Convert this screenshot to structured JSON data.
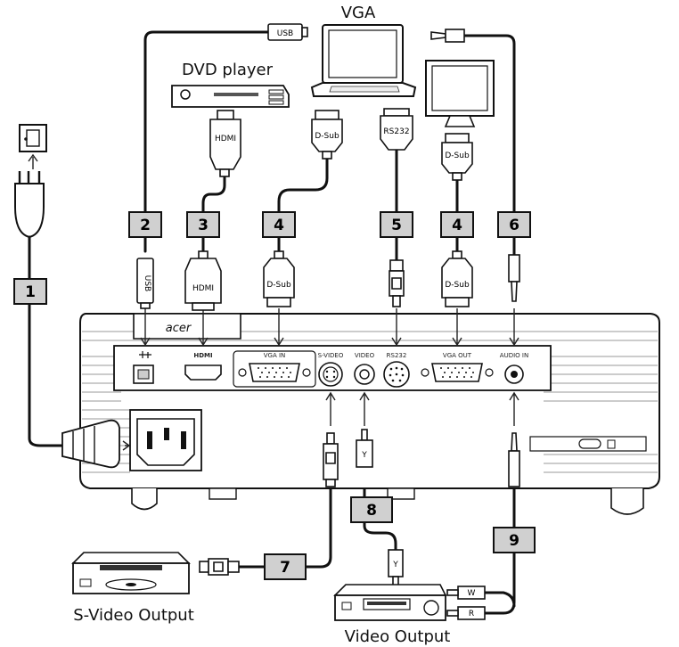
{
  "devices": {
    "laptop_label": "VGA",
    "dvd_label": "DVD player",
    "svideo_out_label": "S-Video Output",
    "video_out_label": "Video Output",
    "projector_brand": "acer"
  },
  "cable_numbers": [
    "1",
    "2",
    "3",
    "4",
    "5",
    "4",
    "6",
    "7",
    "8",
    "9"
  ],
  "connector_labels": {
    "usb_top": "USB",
    "usb": "USB",
    "hdmi_top": "HDMI",
    "hdmi": "HDMI",
    "dsub_laptop": "D-Sub",
    "dsub_vga_in": "D-Sub",
    "rs232": "RS232",
    "dsub_monitor": "D-Sub",
    "dsub_vga_out": "D-Sub"
  },
  "port_labels": {
    "hdmi": "HDMI",
    "vga_in": "VGA IN",
    "s_video": "S-VIDEO",
    "video": "VIDEO",
    "rs232": "RS232",
    "vga_out": "VGA OUT",
    "audio_in": "AUDIO IN"
  },
  "rca_labels": {
    "yellow_1": "Y",
    "yellow_2": "Y",
    "white": "W",
    "red": "R"
  }
}
